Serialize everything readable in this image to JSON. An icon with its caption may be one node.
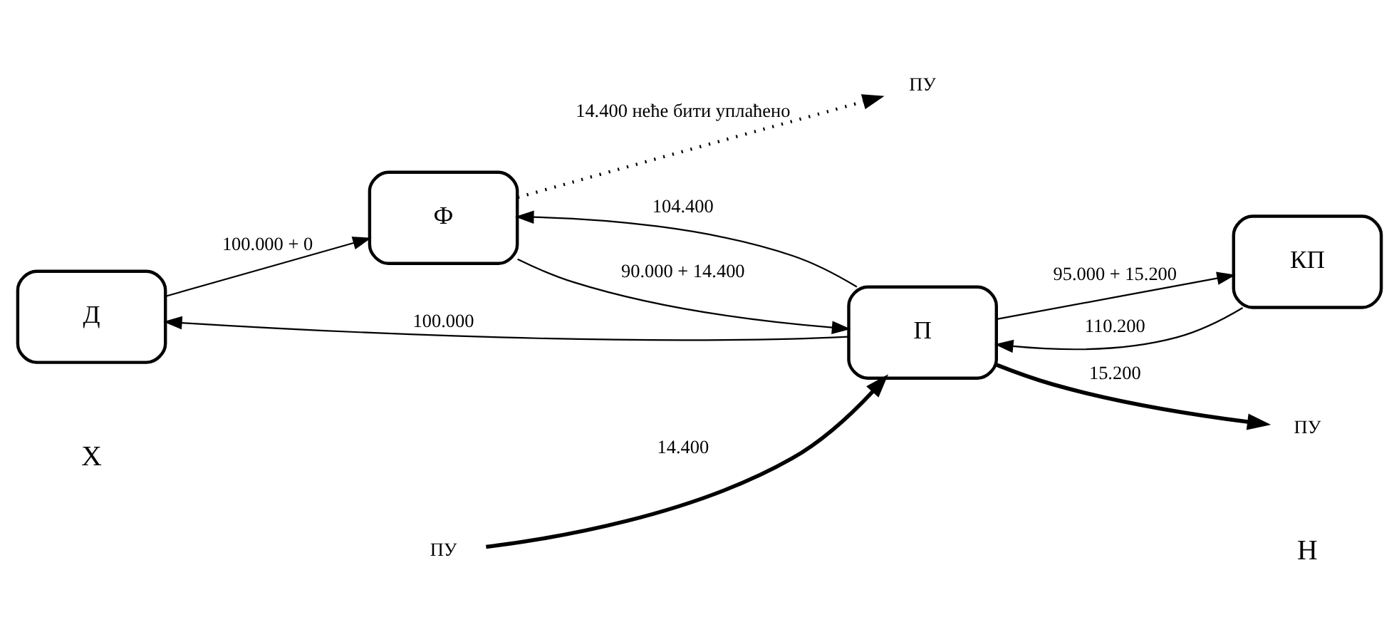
{
  "diagram": {
    "nodes": [
      {
        "text": [
          "Д"
        ]
      },
      {
        "text": [
          "Ф"
        ]
      },
      {
        "text": [
          "П"
        ]
      },
      {
        "text": [
          "КП"
        ]
      },
      {
        "text": [
          "ПУ"
        ]
      },
      {
        "text": [
          "ПУ"
        ]
      },
      {
        "text": [
          "ПУ"
        ]
      }
    ],
    "edges": [
      {
        "from": 0,
        "to": 1,
        "arrow": "to",
        "label": "100.000 + 0"
      },
      {
        "from": 1,
        "to": 4,
        "arrow": "to",
        "label": "14.400 неће бити уплаћено",
        "style": "dashed"
      },
      {
        "from": 1,
        "to": 2,
        "arrow": "to",
        "label": "90.000 + 14.400"
      },
      {
        "from": 5,
        "to": 2,
        "arrow": "to",
        "label": "14.400",
        "style": "thick"
      },
      {
        "from": 2,
        "to": 6,
        "arrow": "to",
        "label": "15.200",
        "style": "thick"
      },
      {
        "from": 2,
        "to": 0,
        "arrow": "to",
        "label": "100.000"
      },
      {
        "from": 2,
        "to": 1,
        "arrow": "to",
        "label": "104.400"
      },
      {
        "from": 2,
        "to": 3,
        "arrow": "to",
        "label": "95.000 + 15.200"
      },
      {
        "from": 3,
        "to": 2,
        "arrow": "to",
        "label": "110.200"
      }
    ],
    "labels": [
      "Х",
      "Н"
    ]
  }
}
